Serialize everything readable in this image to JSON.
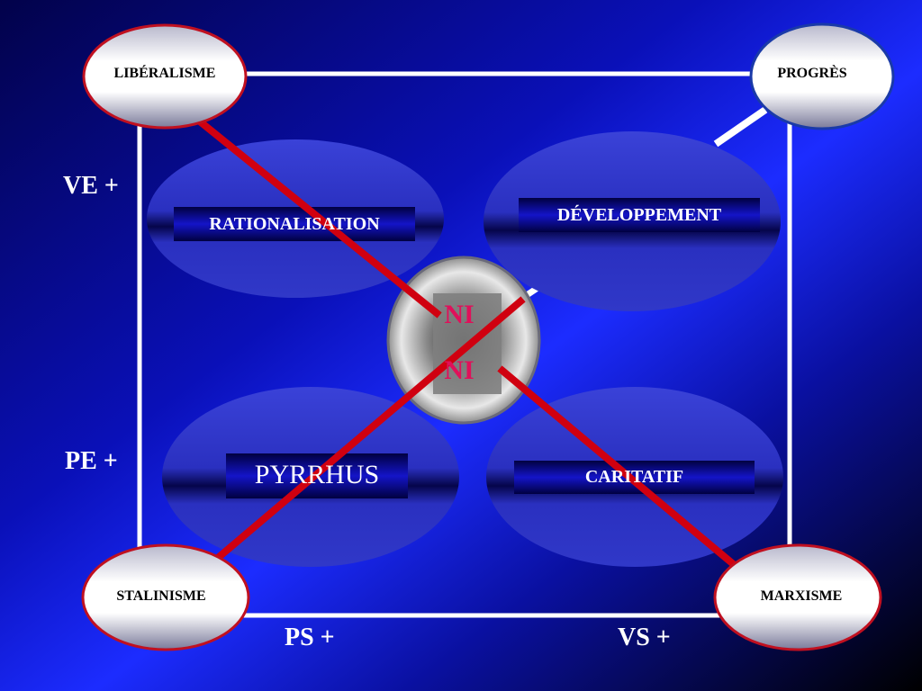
{
  "colors": {
    "background_dark": "#02024a",
    "background_bright": "#1c2cff",
    "oval_fill": "#2e36c8",
    "bar_fill": "#1010b0",
    "frame_line": "#ffffff",
    "cross_line": "#d00010",
    "corner_outline_red": "#c01020",
    "corner_outline_blue": "#1a3aa8",
    "ni_text": "#e0105a"
  },
  "corners": {
    "top_left": "LIBÉRALISME",
    "top_right": "PROGRÈS",
    "bottom_left": "STALINISME",
    "bottom_right": "MARXISME"
  },
  "quadrants": {
    "top_left": "RATIONALISATION",
    "top_right": "DÉVELOPPEMENT",
    "bottom_left": "PYRRHUS",
    "bottom_right": "CARITATIF"
  },
  "center": {
    "line1": "NI",
    "line2": "NI"
  },
  "axes": {
    "left_top": "VE +",
    "left_bottom": "PE +",
    "bottom_left": "PS +",
    "bottom_right": "VS +"
  }
}
